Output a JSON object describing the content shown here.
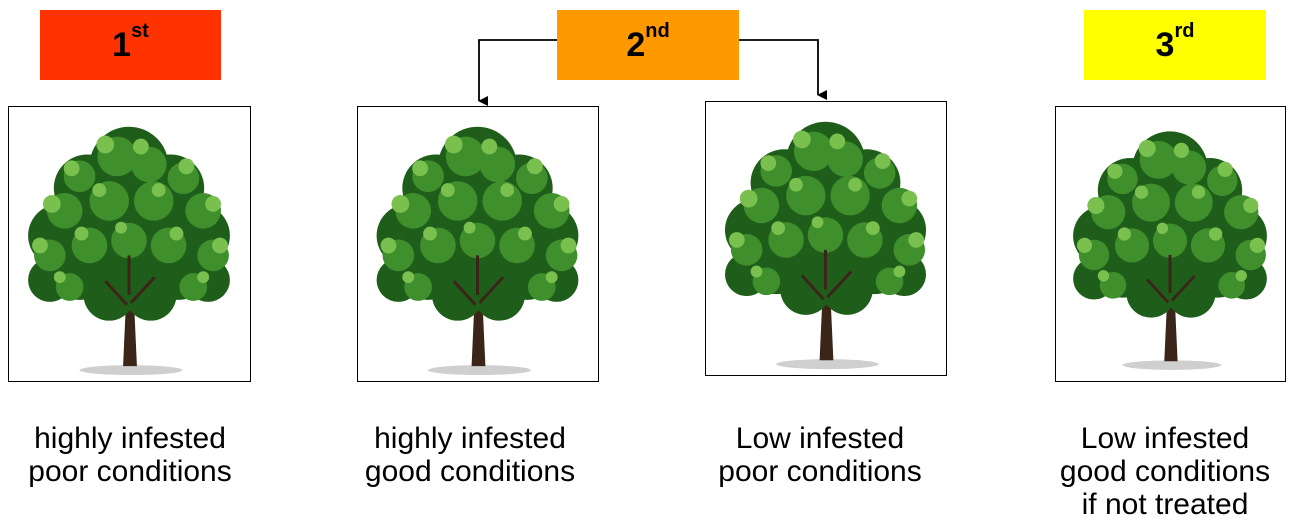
{
  "badges": [
    {
      "num": "1",
      "suffix": "st",
      "color": "#FF3300"
    },
    {
      "num": "2",
      "suffix": "nd",
      "color": "#FF9900"
    },
    {
      "num": "3",
      "suffix": "rd",
      "color": "#FFFF00"
    }
  ],
  "trees": [
    {
      "icon": "tree-icon",
      "caption": [
        "highly infested",
        "poor conditions"
      ]
    },
    {
      "icon": "tree-icon",
      "caption": [
        "highly infested",
        "good conditions"
      ]
    },
    {
      "icon": "tree-icon",
      "caption": [
        "Low infested",
        "poor conditions"
      ]
    },
    {
      "icon": "tree-icon",
      "caption": [
        "Low infested",
        "good conditions",
        "if not treated"
      ]
    }
  ],
  "colors": {
    "foliage_dark": "#1f5e1a",
    "foliage_mid": "#3f8f2c",
    "foliage_light": "#79c04f",
    "trunk": "#3b2418"
  }
}
